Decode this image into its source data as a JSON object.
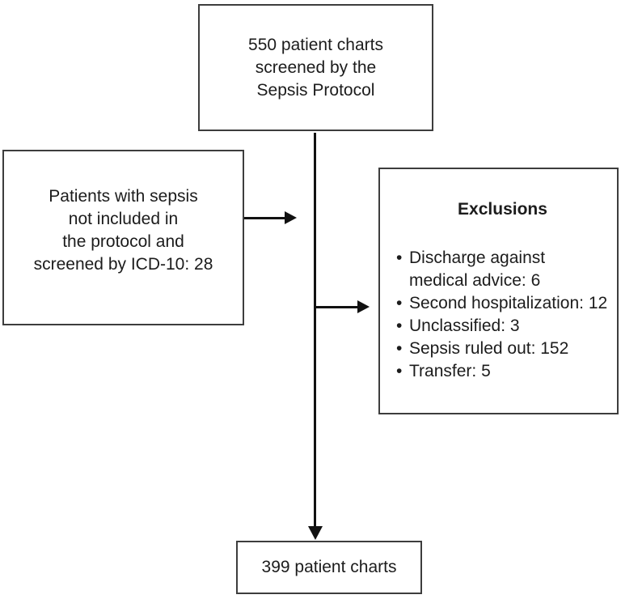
{
  "boxes": {
    "screened": {
      "text": "550 patient charts\nscreened by the\nSepsis Protocol"
    },
    "icd10": {
      "text": "Patients with sepsis\nnot included in\nthe protocol and\nscreened by ICD-10: 28"
    },
    "exclusions": {
      "title": "Exclusions",
      "bullet_char": "•",
      "items": [
        "Discharge against\nmedical advice: 6",
        "Second hospitalization: 12",
        "Unclassified: 3",
        "Sepsis ruled out: 152",
        "Transfer: 5"
      ]
    },
    "final": {
      "text": "399 patient charts"
    }
  },
  "colors": {
    "background": "#ffffff",
    "border": "#3d3d3d",
    "arrow": "#111111",
    "text": "#1c1c1c"
  }
}
